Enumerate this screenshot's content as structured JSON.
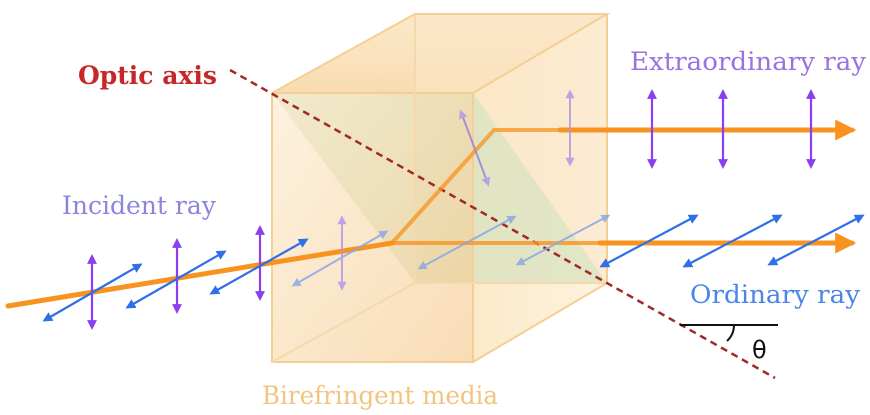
{
  "labels": {
    "optic_axis": "Optic axis",
    "extraordinary_ray": "Extraordinary ray",
    "incident_ray": "Incident ray",
    "ordinary_ray": "Ordinary ray",
    "media": "Birefringent media",
    "angle": "θ"
  },
  "colors": {
    "ray": "#f7931e",
    "optic_axis": "#a0282a",
    "vertical_polarization": "#8a3ff0",
    "horizontal_polarization": "#2f6fe8",
    "crystal_face": "#f6cd8e",
    "crystal_edge": "#f3d29a",
    "plane_fill": "#cde4c0"
  }
}
